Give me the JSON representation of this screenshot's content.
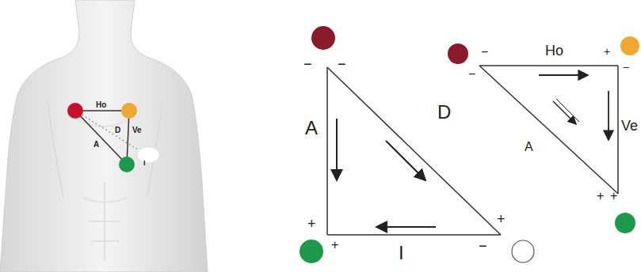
{
  "diagram": {
    "labels": [
      "Ho",
      "D",
      "Ve",
      "A",
      "I",
      "A",
      "D",
      "I",
      "−",
      "−",
      "+",
      "+",
      "+",
      "−",
      "Ho",
      "A",
      "Ve",
      "−",
      "−",
      "+",
      "−",
      "+",
      "+"
    ]
  }
}
